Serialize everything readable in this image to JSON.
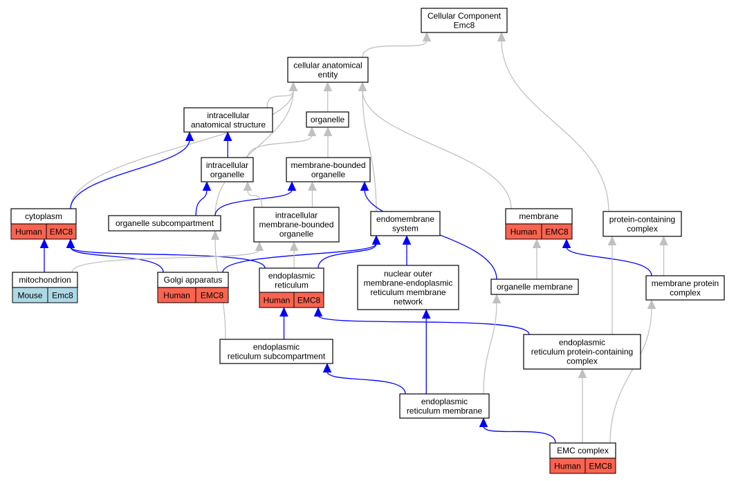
{
  "colors": {
    "human": "#fa6350",
    "mouse": "#add8e6",
    "edge_blue": "#0000ff",
    "edge_gray": "#c0c0c0"
  },
  "nodes": {
    "cc_root": [
      "Cellular Component",
      "Emc8"
    ],
    "anatomical": [
      "cellular anatomical",
      "entity"
    ],
    "intra_anat": [
      "intracellular",
      "anatomical structure"
    ],
    "organelle": [
      "organelle"
    ],
    "intra_org": [
      "intracellular",
      "organelle"
    ],
    "mb_org": [
      "membrane-bounded",
      "organelle"
    ],
    "cytoplasm": [
      "cytoplasm"
    ],
    "org_sub": [
      "organelle subcompartment"
    ],
    "intra_mb_org": [
      "intracellular",
      "membrane-bounded",
      "organelle"
    ],
    "endomem": [
      "endomembrane",
      "system"
    ],
    "membrane": [
      "membrane"
    ],
    "pcc": [
      "protein-containing",
      "complex"
    ],
    "mito": [
      "mitochondrion"
    ],
    "golgi": [
      "Golgi apparatus"
    ],
    "er": [
      "endoplasmic",
      "reticulum"
    ],
    "nuclear_outer": [
      "nuclear outer",
      "membrane-endoplasmic",
      "reticulum membrane",
      "network"
    ],
    "org_membrane": [
      "organelle membrane"
    ],
    "mem_prot_cx": [
      "membrane protein",
      "complex"
    ],
    "er_sub": [
      "endoplasmic",
      "reticulum subcompartment"
    ],
    "er_pcc": [
      "endoplasmic",
      "reticulum protein-containing",
      "complex"
    ],
    "er_membrane": [
      "endoplasmic",
      "reticulum membrane"
    ],
    "emc": [
      "EMC complex"
    ]
  },
  "annotations": {
    "cytoplasm": [
      {
        "species": "Human",
        "gene": "EMC8"
      }
    ],
    "membrane": [
      {
        "species": "Human",
        "gene": "EMC8"
      }
    ],
    "mito": [
      {
        "species": "Mouse",
        "gene": "Emc8"
      }
    ],
    "golgi": [
      {
        "species": "Human",
        "gene": "EMC8"
      }
    ],
    "er": [
      {
        "species": "Human",
        "gene": "EMC8"
      }
    ],
    "emc": [
      {
        "species": "Human",
        "gene": "EMC8"
      }
    ]
  },
  "edges": [
    {
      "from": "anatomical",
      "to": "cc_root",
      "type": "is_a"
    },
    {
      "from": "pcc",
      "to": "cc_root",
      "type": "is_a"
    },
    {
      "from": "intra_anat",
      "to": "anatomical",
      "type": "is_a"
    },
    {
      "from": "organelle",
      "to": "anatomical",
      "type": "is_a"
    },
    {
      "from": "cytoplasm",
      "to": "anatomical",
      "type": "is_a"
    },
    {
      "from": "org_sub",
      "to": "anatomical",
      "type": "is_a"
    },
    {
      "from": "endomem",
      "to": "anatomical",
      "type": "is_a"
    },
    {
      "from": "membrane",
      "to": "anatomical",
      "type": "is_a"
    },
    {
      "from": "intra_org",
      "to": "organelle",
      "type": "is_a"
    },
    {
      "from": "mb_org",
      "to": "organelle",
      "type": "is_a"
    },
    {
      "from": "intra_org",
      "to": "intra_anat",
      "type": "part_of"
    },
    {
      "from": "cytoplasm",
      "to": "intra_anat",
      "type": "part_of"
    },
    {
      "from": "org_sub",
      "to": "intra_org",
      "type": "part_of"
    },
    {
      "from": "org_sub",
      "to": "mb_org",
      "type": "part_of"
    },
    {
      "from": "intra_mb_org",
      "to": "intra_org",
      "type": "is_a"
    },
    {
      "from": "intra_mb_org",
      "to": "mb_org",
      "type": "is_a"
    },
    {
      "from": "org_membrane",
      "to": "mb_org",
      "type": "part_of"
    },
    {
      "from": "mito",
      "to": "cytoplasm",
      "type": "part_of"
    },
    {
      "from": "golgi",
      "to": "cytoplasm",
      "type": "part_of"
    },
    {
      "from": "er",
      "to": "cytoplasm",
      "type": "part_of"
    },
    {
      "from": "mito",
      "to": "intra_mb_org",
      "type": "is_a"
    },
    {
      "from": "golgi",
      "to": "endomem",
      "type": "part_of"
    },
    {
      "from": "er",
      "to": "endomem",
      "type": "part_of"
    },
    {
      "from": "er",
      "to": "intra_mb_org",
      "type": "is_a"
    },
    {
      "from": "nuclear_outer",
      "to": "endomem",
      "type": "part_of"
    },
    {
      "from": "org_membrane",
      "to": "membrane",
      "type": "is_a"
    },
    {
      "from": "mem_prot_cx",
      "to": "membrane",
      "type": "part_of"
    },
    {
      "from": "mem_prot_cx",
      "to": "pcc",
      "type": "is_a"
    },
    {
      "from": "er_pcc",
      "to": "pcc",
      "type": "is_a"
    },
    {
      "from": "er_sub",
      "to": "org_sub",
      "type": "is_a"
    },
    {
      "from": "er_sub",
      "to": "er",
      "type": "part_of"
    },
    {
      "from": "er_pcc",
      "to": "er",
      "type": "part_of"
    },
    {
      "from": "er_membrane",
      "to": "er_sub",
      "type": "part_of"
    },
    {
      "from": "er_membrane",
      "to": "nuclear_outer",
      "type": "part_of"
    },
    {
      "from": "er_membrane",
      "to": "org_membrane",
      "type": "is_a"
    },
    {
      "from": "emc",
      "to": "er_membrane",
      "type": "part_of"
    },
    {
      "from": "emc",
      "to": "er_pcc",
      "type": "is_a"
    },
    {
      "from": "emc",
      "to": "mem_prot_cx",
      "type": "is_a"
    }
  ]
}
